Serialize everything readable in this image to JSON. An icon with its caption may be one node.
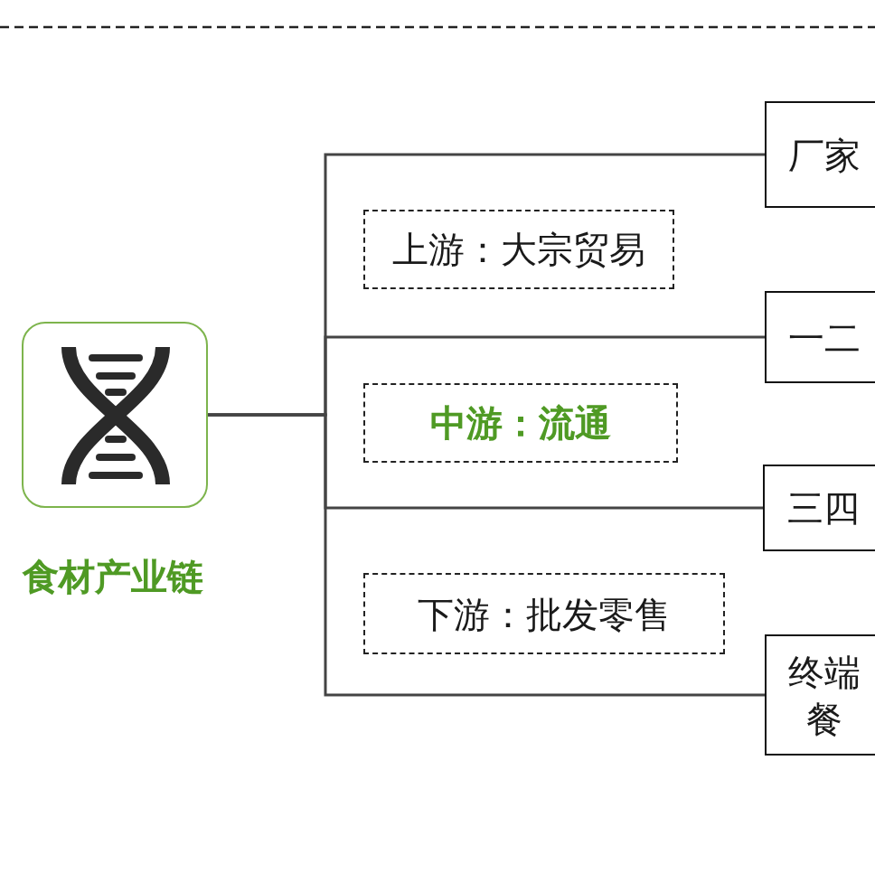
{
  "diagram": {
    "nodes": [
      {
        "text": [],
        "shape": "picture",
        "beside": [
          "食材产业链"
        ]
      },
      {
        "text": [
          "上游：大宗贸易"
        ]
      },
      {
        "text": [
          "中游：流通"
        ]
      },
      {
        "text": [
          "下游：批发零售"
        ]
      },
      {
        "text": [
          "厂家"
        ]
      },
      {
        "text": [
          "一二"
        ]
      },
      {
        "text": [
          "三四"
        ]
      },
      {
        "text": [
          "终端餐"
        ]
      }
    ],
    "edges": [
      {
        "from": 0,
        "to": 4,
        "arrow": "none"
      },
      {
        "from": 0,
        "to": 5,
        "arrow": "none"
      },
      {
        "from": 0,
        "to": 6,
        "arrow": "none"
      },
      {
        "from": 0,
        "to": 7,
        "arrow": "none"
      }
    ]
  }
}
